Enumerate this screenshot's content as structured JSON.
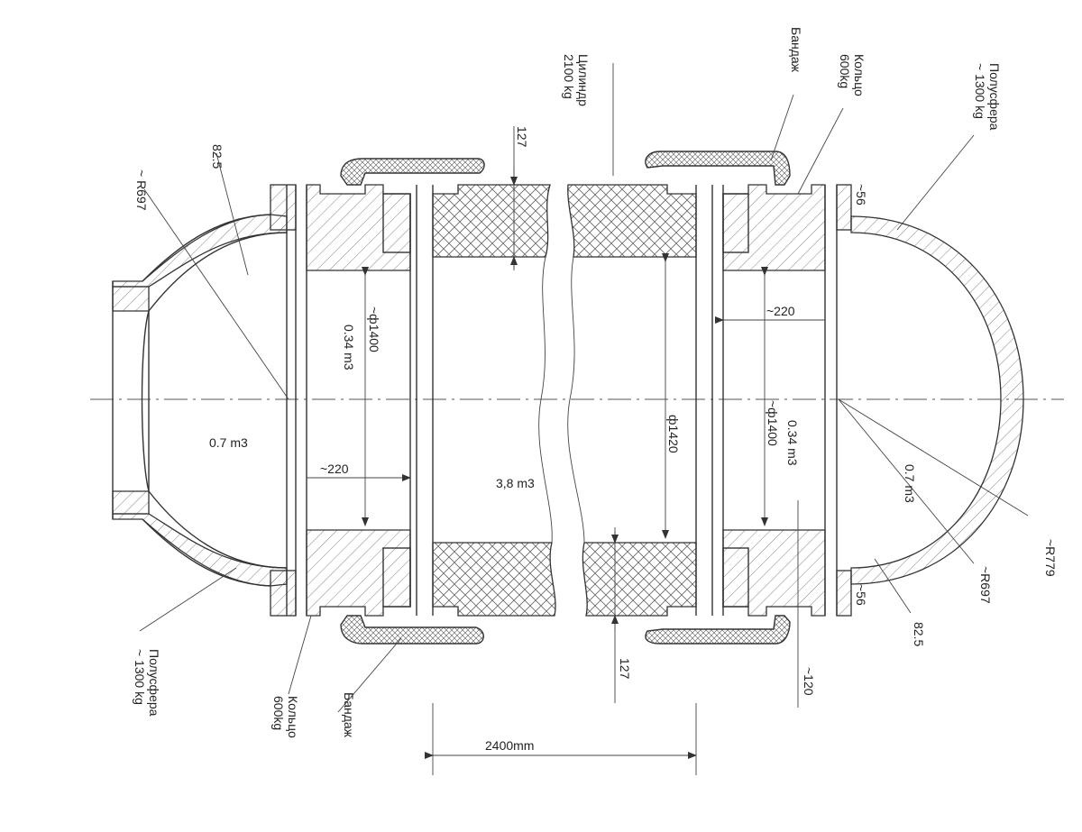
{
  "labels": {
    "hemisphere_left": "Полусфера",
    "hemisphere_left_mass": "~ 1300 kg",
    "hemisphere_right": "Полусфера",
    "hemisphere_right_mass": "~ 1300 kg",
    "ring_left": "Кольцо",
    "ring_left_mass": "600kg",
    "ring_right": "Кольцо",
    "ring_right_mass": "600kg",
    "bandage_left": "Бандаж",
    "bandage_right": "Бандаж",
    "cylinder": "Цилиндр",
    "cylinder_mass": "2100 kg"
  },
  "dimensions": {
    "wall_thickness_left": "82.5",
    "wall_thickness_right": "82.5",
    "radius_left": "~ R697",
    "radius_right": "~R697",
    "radius_outer_right": "~R779",
    "flange_top": "~56",
    "flange_bottom": "~56",
    "cylinder_wall_top": "127",
    "cylinder_wall_bottom": "127",
    "ring_depth_top": "~220",
    "ring_depth_bottom": "~220",
    "bandage_offset": "~120",
    "diameter_ring_left": "~ф1400",
    "diameter_ring_right": "~ф1400",
    "diameter_cylinder": "ф1420",
    "length": "2400mm"
  },
  "volumes": {
    "hemisphere_left": "0.7 m3",
    "hemisphere_right": "0.7 m3",
    "ring_left": "0.34 m3",
    "ring_right": "0.34 m3",
    "cylinder": "3,8 m3"
  }
}
